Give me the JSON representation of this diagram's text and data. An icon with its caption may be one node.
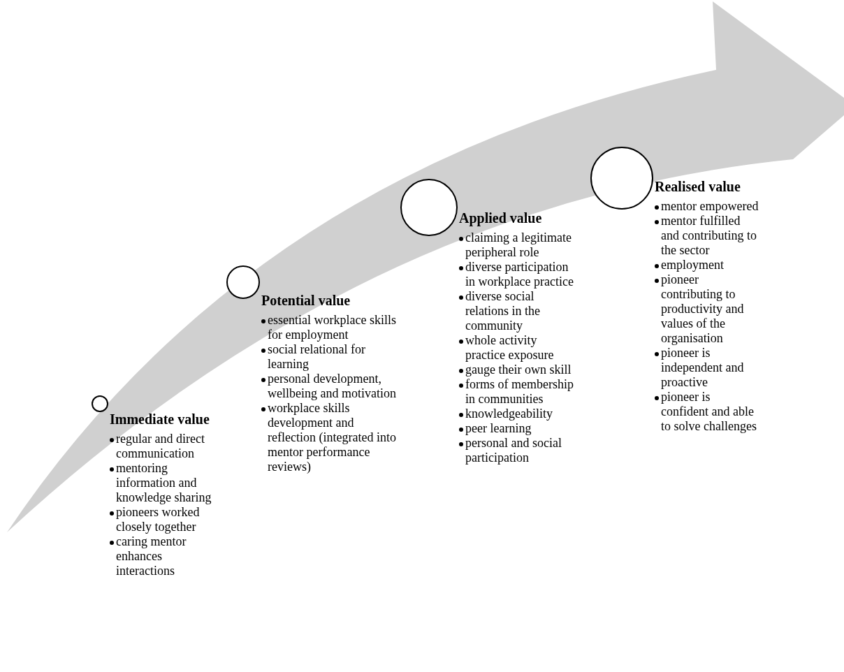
{
  "diagram": {
    "nodes": [
      {
        "text": [],
        "shape": "circle"
      },
      {
        "text": [
          "Immediate value",
          "regular and direct communication",
          "mentoring information and knowledge sharing",
          "pioneers worked closely together",
          "caring mentor enhances interactions"
        ]
      },
      {
        "text": [],
        "shape": "circle"
      },
      {
        "text": [
          "Potential value",
          "essential workplace skills for employment",
          "social relational for learning",
          "personal development, wellbeing and motivation",
          "workplace skills development and reflection (integrated into mentor performance reviews)"
        ]
      },
      {
        "text": [],
        "shape": "circle"
      },
      {
        "text": [
          "Applied value",
          "claiming a legitimate peripheral role",
          "diverse participation in workplace practice",
          "diverse social relations in the community",
          "whole activity practice exposure",
          "gauge their own skill",
          "forms of membership in communities",
          "knowledgeability",
          "peer learning",
          "personal and social participation"
        ]
      },
      {
        "text": [],
        "shape": "circle"
      },
      {
        "text": [
          "Realised value",
          "mentor empowered",
          "mentor fulfilled and contributing to the sector",
          "employment",
          "pioneer contributing to productivity and values of the organisation",
          "pioneer is independent and proactive",
          "pioneer is confident and able to solve challenges"
        ]
      }
    ]
  }
}
